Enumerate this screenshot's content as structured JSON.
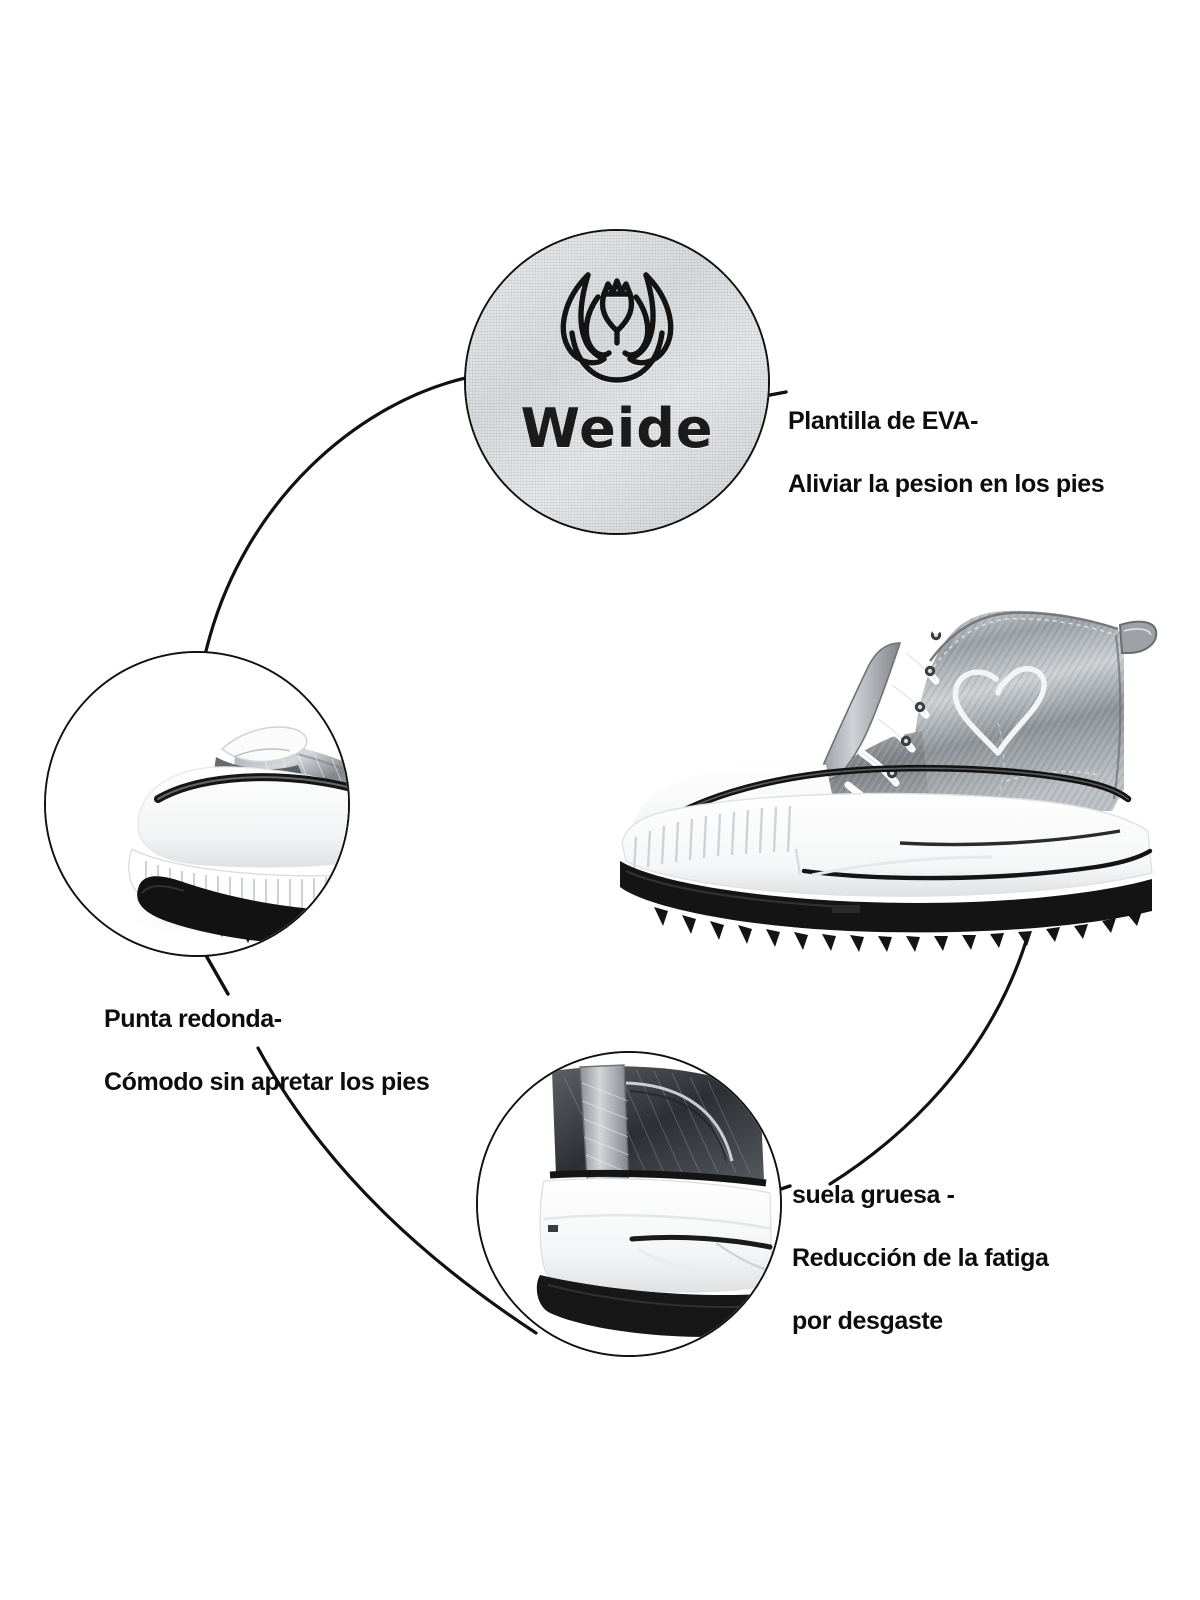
{
  "page": {
    "background_color": "#ffffff",
    "ink_color": "#0d0d0d",
    "language": "es"
  },
  "brand": {
    "name": "Weide",
    "logo_icon": "swan-crown-emblem",
    "placement": "insole"
  },
  "callouts": [
    {
      "id": "insole",
      "icon": "insole-logo-icon",
      "lines": [
        "Plantilla de EVA-",
        "Aliviar la pesion en los pies"
      ]
    },
    {
      "id": "toe",
      "icon": "round-toe-icon",
      "lines": [
        "Punta redonda-",
        "Cómodo sin apretar los pies"
      ]
    },
    {
      "id": "sole",
      "icon": "thick-sole-icon",
      "lines": [
        "suela gruesa   -",
        "Reducción de la fatiga",
        "por desgaste"
      ]
    }
  ],
  "product": {
    "name": "Zapatilla alta plataforma",
    "colorway": "Plata metalizado",
    "upper_color": "#b9bcc0",
    "midsole_color": "#ffffff",
    "outsole_color": "#151515",
    "accent_detail": "heart-embroidery"
  }
}
